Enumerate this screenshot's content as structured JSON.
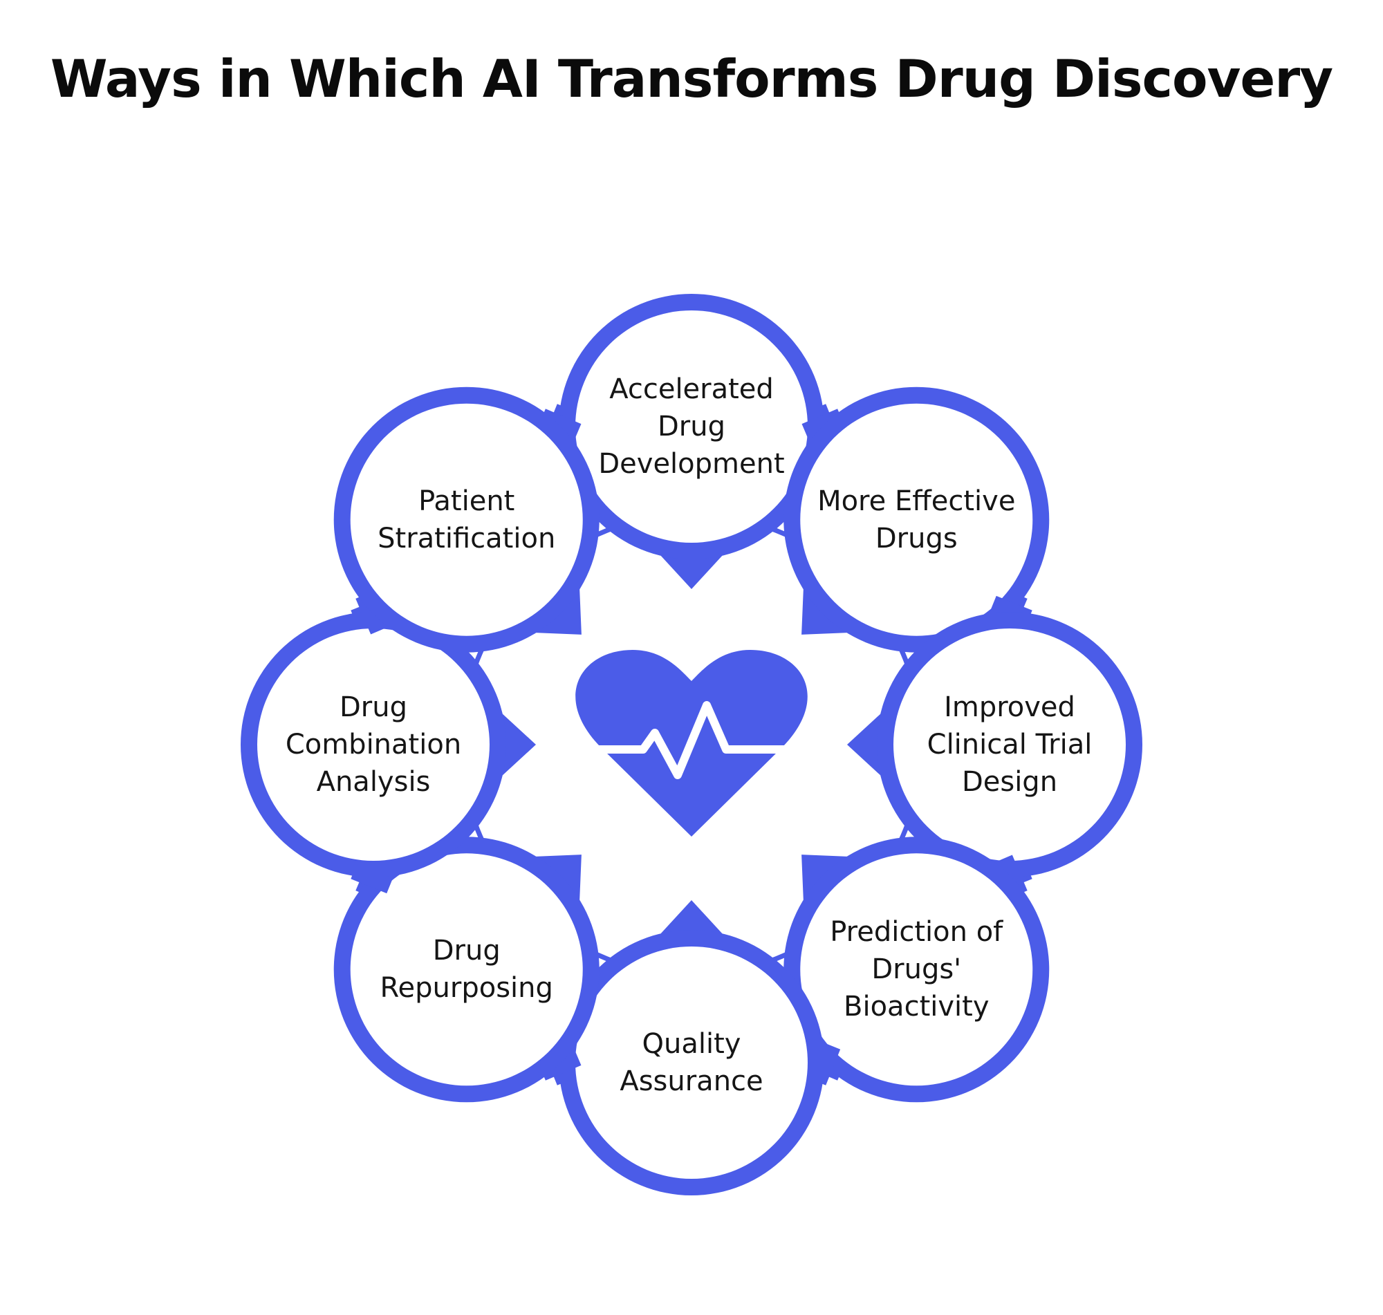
{
  "title": "Ways in Which AI Transforms Drug Discovery",
  "colors": {
    "accent": "#4b5ce8",
    "dot": "#222222",
    "text": "#151515"
  },
  "center_icon": "heart-pulse-icon",
  "nodes": [
    {
      "id": "accelerated-drug-development",
      "lines": [
        "Accelerated",
        "Drug",
        "Development"
      ]
    },
    {
      "id": "more-effective-drugs",
      "lines": [
        "More Effective",
        "Drugs"
      ]
    },
    {
      "id": "improved-clinical-trial-design",
      "lines": [
        "Improved",
        "Clinical Trial",
        "Design"
      ]
    },
    {
      "id": "prediction-of-drugs-bioactivity",
      "lines": [
        "Prediction of",
        "Drugs'",
        "Bioactivity"
      ]
    },
    {
      "id": "quality-assurance",
      "lines": [
        "Quality",
        "Assurance"
      ]
    },
    {
      "id": "drug-repurposing",
      "lines": [
        "Drug",
        "Repurposing"
      ]
    },
    {
      "id": "drug-combination-analysis",
      "lines": [
        "Drug",
        "Combination",
        "Analysis"
      ]
    },
    {
      "id": "patient-stratification",
      "lines": [
        "Patient",
        "Stratification"
      ]
    }
  ]
}
